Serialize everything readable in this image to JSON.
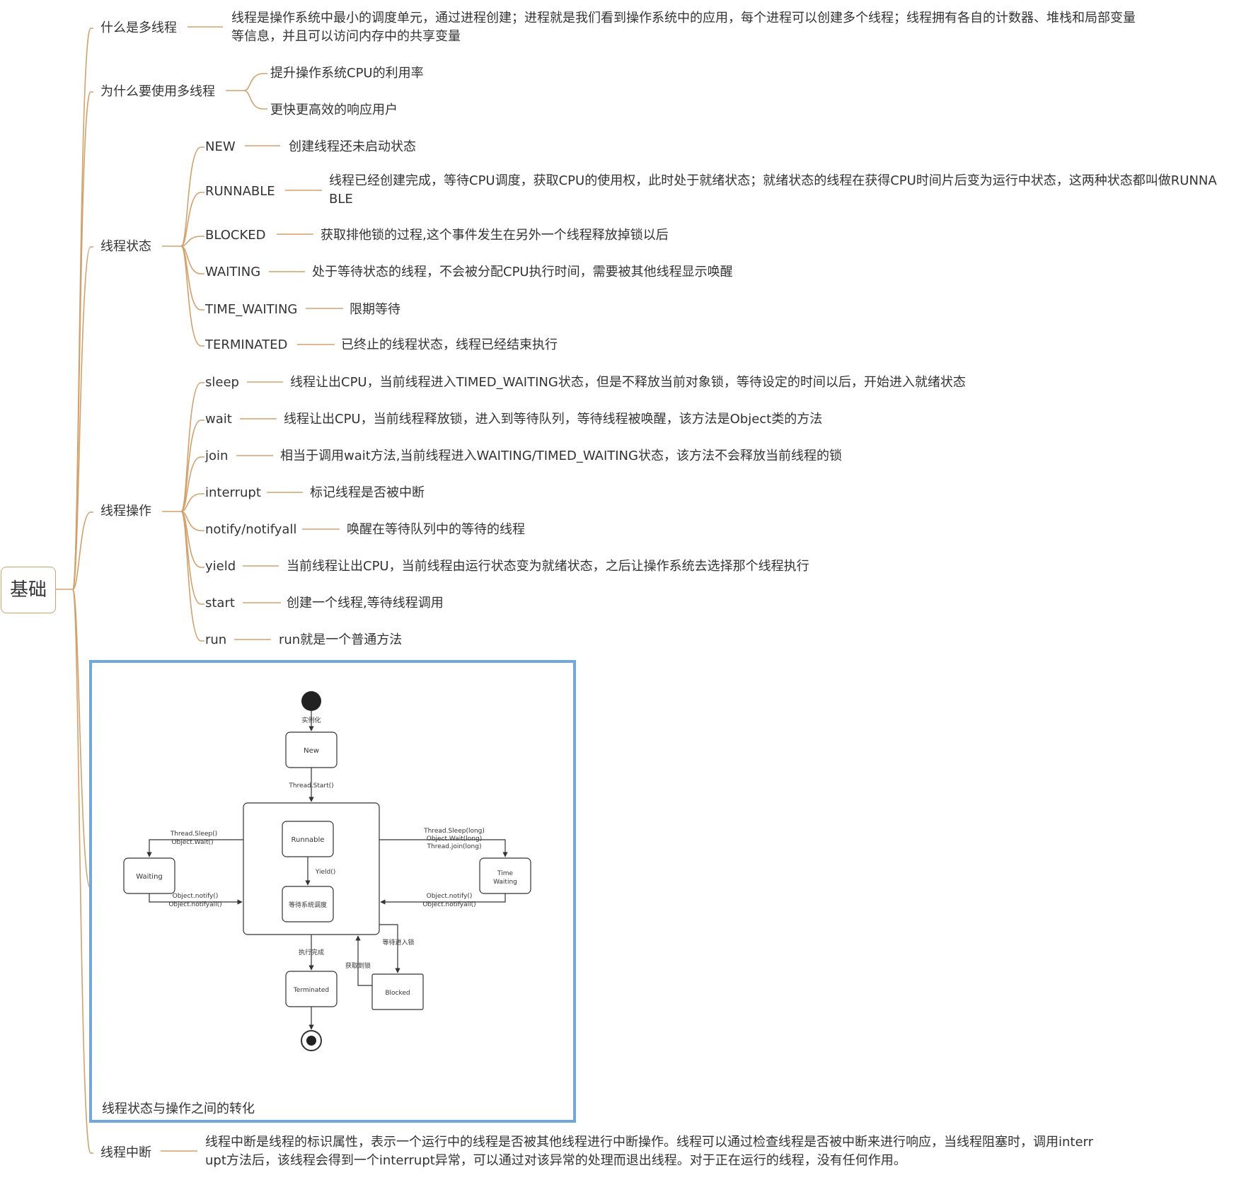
{
  "root": {
    "label": "基础"
  },
  "branches": {
    "what": {
      "label": "什么是多线程",
      "desc": "线程是操作系统中最小的调度单元，通过进程创建；进程就是我们看到操作系统中的应用，每个进程可以创建多个线程；线程拥有各自的计数器、堆栈和局部变量等信息，并且可以访问内存中的共享变量"
    },
    "why": {
      "label": "为什么要使用多线程",
      "children": [
        "提升操作系统CPU的利用率",
        "更快更高效的响应用户"
      ]
    },
    "states": {
      "label": "线程状态",
      "children": [
        {
          "name": "NEW",
          "desc": "创建线程还未启动状态"
        },
        {
          "name": "RUNNABLE",
          "desc": "线程已经创建完成，等待CPU调度，获取CPU的使用权，此时处于就绪状态；就绪状态的线程在获得CPU时间片后变为运行中状态，这两种状态都叫做RUNNABLE"
        },
        {
          "name": "BLOCKED",
          "desc": "获取排他锁的过程,这个事件发生在另外一个线程释放掉锁以后"
        },
        {
          "name": "WAITING",
          "desc": "处于等待状态的线程，不会被分配CPU执行时间，需要被其他线程显示唤醒"
        },
        {
          "name": "TIME_WAITING",
          "desc": "限期等待"
        },
        {
          "name": "TERMINATED",
          "desc": "已终止的线程状态，线程已经结束执行"
        }
      ]
    },
    "ops": {
      "label": "线程操作",
      "children": [
        {
          "name": "sleep",
          "desc": "线程让出CPU，当前线程进入TIMED_WAITING状态，但是不释放当前对象锁，等待设定的时间以后，开始进入就绪状态"
        },
        {
          "name": "wait",
          "desc": "线程让出CPU，当前线程释放锁，进入到等待队列，等待线程被唤醒，该方法是Object类的方法"
        },
        {
          "name": "join",
          "desc": "相当于调用wait方法,当前线程进入WAITING/TIMED_WAITING状态，该方法不会释放当前线程的锁"
        },
        {
          "name": "interrupt",
          "desc": "标记线程是否被中断"
        },
        {
          "name": "notify/notifyall",
          "desc": "唤醒在等待队列中的等待的线程"
        },
        {
          "name": "yield",
          "desc": "当前线程让出CPU，当前线程由运行状态变为就绪状态，之后让操作系统去选择那个线程执行"
        },
        {
          "name": "start",
          "desc": "创建一个线程,等待线程调用"
        },
        {
          "name": "run",
          "desc": "run就是一个普通方法"
        }
      ]
    },
    "image": {
      "caption": "线程状态与操作之间的转化",
      "diagram": {
        "start_label": "实例化",
        "new_state": "New",
        "start_call": "Thread.Start()",
        "runnable": "Runnable",
        "yield_call": "Yield()",
        "ready": "等待系统调度",
        "waiting": "Waiting",
        "waiting_in": [
          "Thread.Sleep()",
          "Object.Wait()"
        ],
        "waiting_out": [
          "Object.notify()",
          "Object.notifyall()"
        ],
        "time_waiting": [
          "Time",
          "Waiting"
        ],
        "time_waiting_in": [
          "Thread.Sleep(long)",
          "Object.Wait(long)",
          "Thread.join(long)"
        ],
        "time_waiting_out": [
          "Object.notify()",
          "Object.notifyall()"
        ],
        "finish_label": "执行完成",
        "terminated": "Terminated",
        "blocked": "Blocked",
        "wait_lock": "等待进入锁",
        "got_lock": "获取到锁"
      }
    },
    "interrupt": {
      "label": "线程中断",
      "desc": "线程中断是线程的标识属性，表示一个运行中的线程是否被其他线程进行中断操作。线程可以通过检查线程是否被中断来进行响应，当线程阻塞时，调用interrupt方法后，该线程会得到一个interrupt异常，可以通过对该异常的处理而退出线程。对于正在运行的线程，没有任何作用。"
    }
  },
  "colors": {
    "branch": "#d4a06a",
    "frame": "#6fa8dc",
    "text": "#333333"
  }
}
